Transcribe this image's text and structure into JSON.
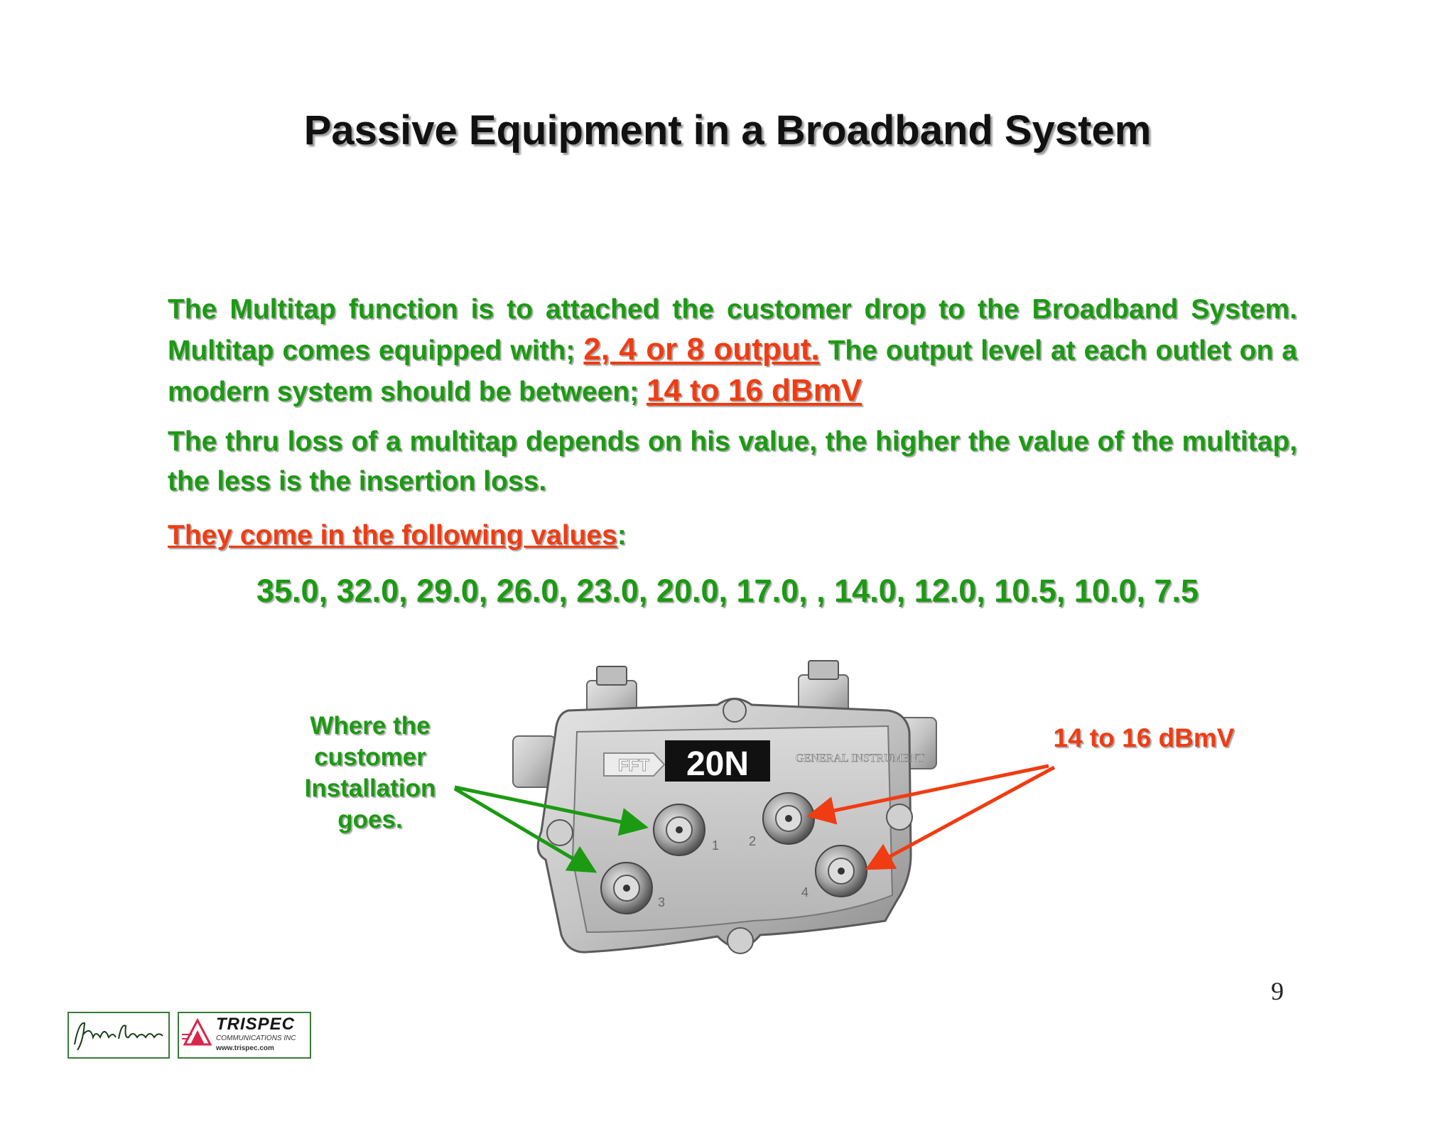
{
  "slide": {
    "title": "Passive Equipment in a Broadband System",
    "paragraph1": {
      "part1": "The Multitap function is to attached the customer drop to the Broadband System. Multitap comes equipped with; ",
      "outputs": "2, 4 or 8 output",
      "period": ".",
      "part2": " The output level at each outlet on a modern system should be between; ",
      "level": "14 to 16 dBmV"
    },
    "paragraph2": "The thru loss of a multitap depends on his value, the higher the value of the multitap, the less is the insertion loss.",
    "values_heading": "They come in the following values",
    "values_colon": ":",
    "values_list": "35.0, 32.0, 29.0, 26.0, 23.0, 20.0, 17.0, , 14.0, 12.0, 10.5, 10.0, 7.5",
    "device": {
      "label": "20N",
      "brand": "GENERAL INSTRUMENT",
      "badge": "FFT",
      "ports": [
        "1",
        "2",
        "3",
        "4"
      ]
    },
    "callout_left": [
      "Where the",
      "customer",
      "Installation",
      "goes."
    ],
    "callout_right": "14 to 16 dBmV",
    "page_number": "9"
  },
  "footer": {
    "logo_name": "TRISPEC",
    "logo_sub": "COMMUNICATIONS INC",
    "logo_url": "www.trispec.com",
    "signature": "J.A.Andy Hamann"
  },
  "colors": {
    "green": "#1b9a12",
    "red": "#f03c12",
    "title": "#111111"
  }
}
